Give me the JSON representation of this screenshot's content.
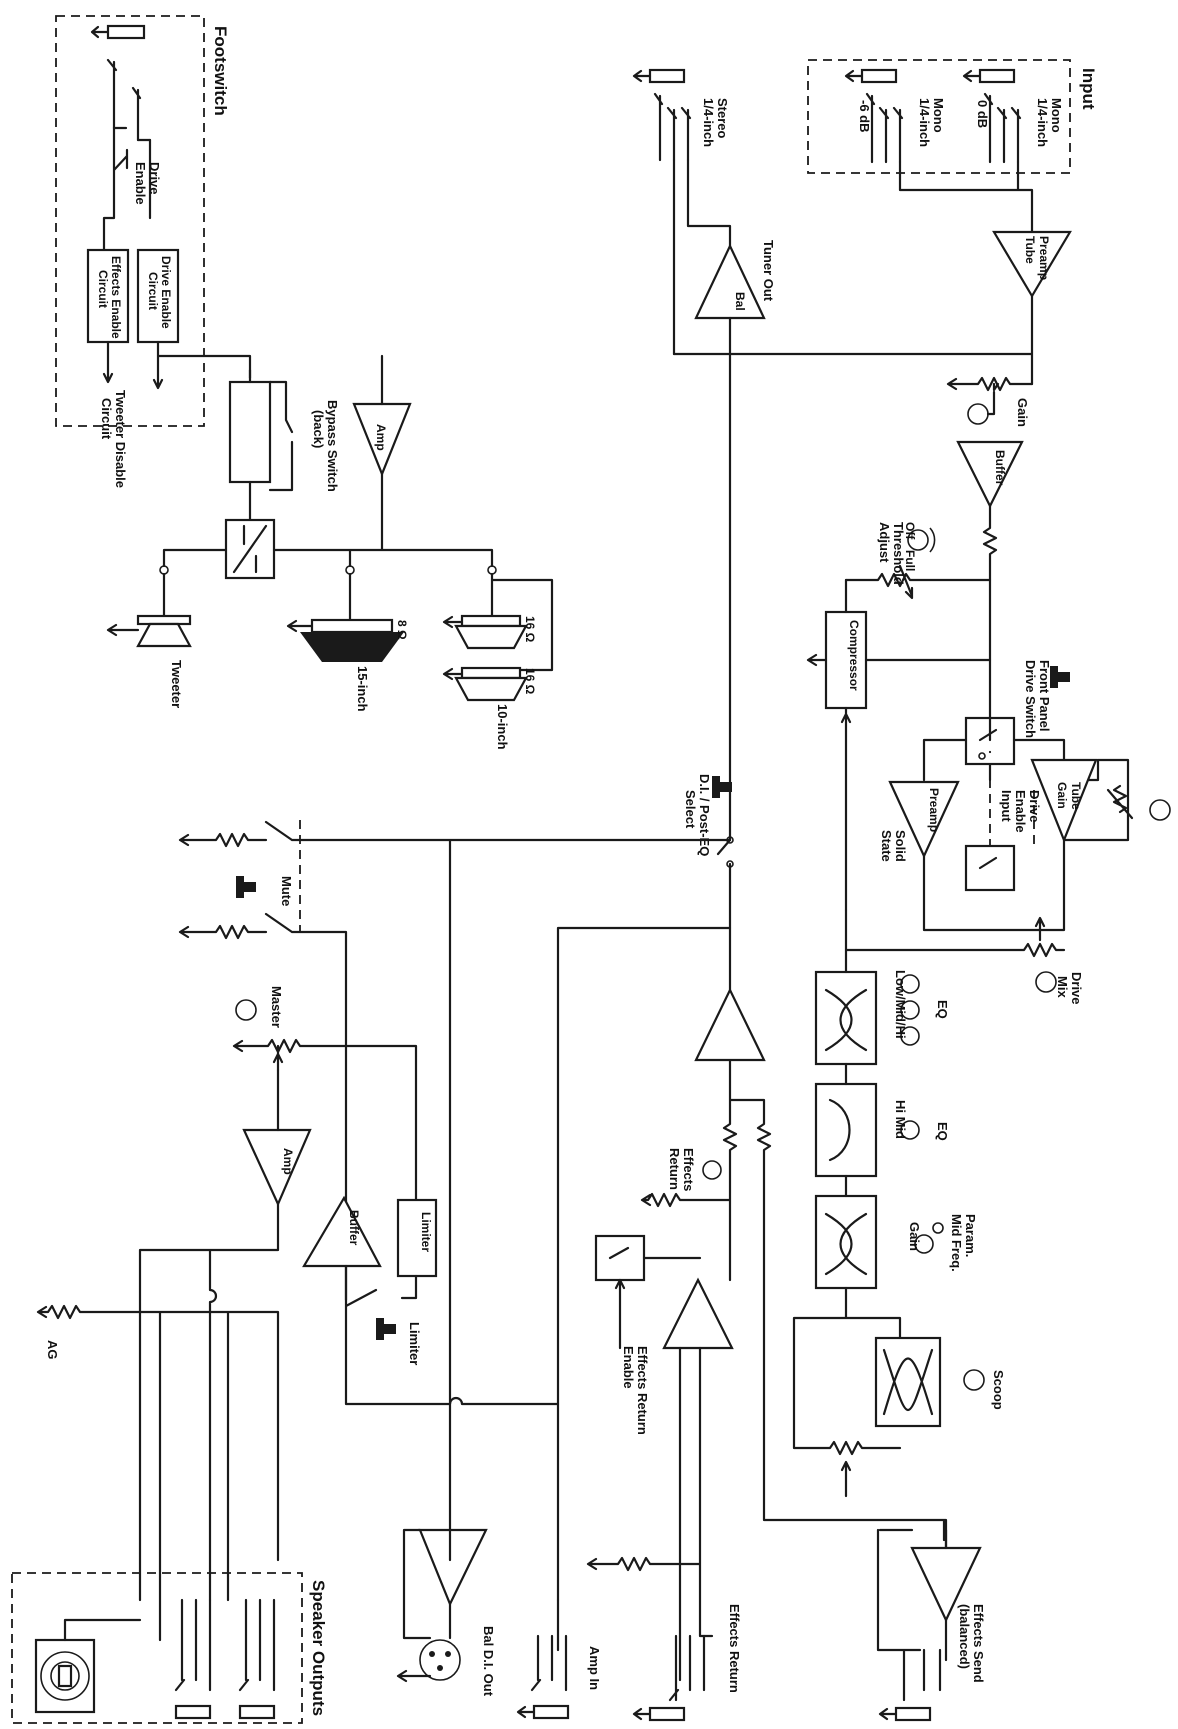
{
  "sections": {
    "footswitch": "Footswitch",
    "input": "Input",
    "speaker_outputs": "Speaker Outputs"
  },
  "footswitch": {
    "drive_enable": [
      "Drive",
      "Enable"
    ],
    "effects_enable_circuit": [
      "Effects Enable",
      "Circuit"
    ],
    "drive_enable_circuit": [
      "Drive Enable",
      "Circuit"
    ],
    "tweeter_disable": [
      "Tweeter Disable",
      "Circuit"
    ]
  },
  "power_section": {
    "bypass_switch": [
      "Bypass Switch",
      "(back)"
    ],
    "amp": "Amp",
    "tweeter": "Tweeter",
    "woofer_15": "15-inch",
    "woofer_10": "10-inch",
    "ohm_8": "8 Ω",
    "ohm_16a": "16 Ω",
    "ohm_16b": "16 Ω"
  },
  "input": {
    "stereo_jack": [
      "Stereo",
      "1/4-inch"
    ],
    "mono_jack_1": [
      "Mono",
      "1/4-inch"
    ],
    "mono_jack_2": [
      "Mono",
      "1/4-inch"
    ],
    "pad_0db": "0 dB",
    "pad_minus6": "-6 dB",
    "tuner_out": "Tuner Out",
    "bal": "Bal",
    "preamp_tube": [
      "Preamp",
      "Tube"
    ]
  },
  "preamp": {
    "gain": "Gain",
    "buffer": "Buffer",
    "threshold": [
      "Threshold",
      "Adjust"
    ],
    "off": "Off",
    "full": "Full",
    "compressor": "Compressor",
    "front_panel": [
      "Front Panel",
      "Drive Switch"
    ],
    "drive_enable_input": [
      "Drive",
      "Enable",
      "Input"
    ],
    "solid_state": [
      "Solid",
      "State"
    ],
    "preamp": "Preamp",
    "tube_gain": [
      "Tube",
      "Gain"
    ],
    "drive_mix": [
      "Drive",
      "Mix"
    ],
    "di_select": [
      "D.I. / Post-EQ",
      "Select"
    ]
  },
  "eq": {
    "low_mid_hi": "Low/Mid/Hi",
    "eq_label_1": "EQ",
    "hi_mid": "Hi Mid",
    "eq_label_2": "EQ",
    "param": [
      "Param.",
      "Mid Freq.",
      "Gain"
    ],
    "scoop": "Scoop"
  },
  "effects": {
    "effects_return_knob": [
      "Effects",
      "Return"
    ],
    "effects_return_enable": [
      "Effects Return",
      "Enable"
    ],
    "effects_return_jack": "Effects Return",
    "effects_send": [
      "Effects Send",
      "(balanced)"
    ]
  },
  "output": {
    "mute": "Mute",
    "master": "Master",
    "amp": "Amp",
    "buffer": "Buffer",
    "limiter": "Limiter",
    "limiter_switch": "Limiter",
    "ag": "AG",
    "bal_di_out": "Bal D.I. Out",
    "amp_in": "Amp In"
  }
}
